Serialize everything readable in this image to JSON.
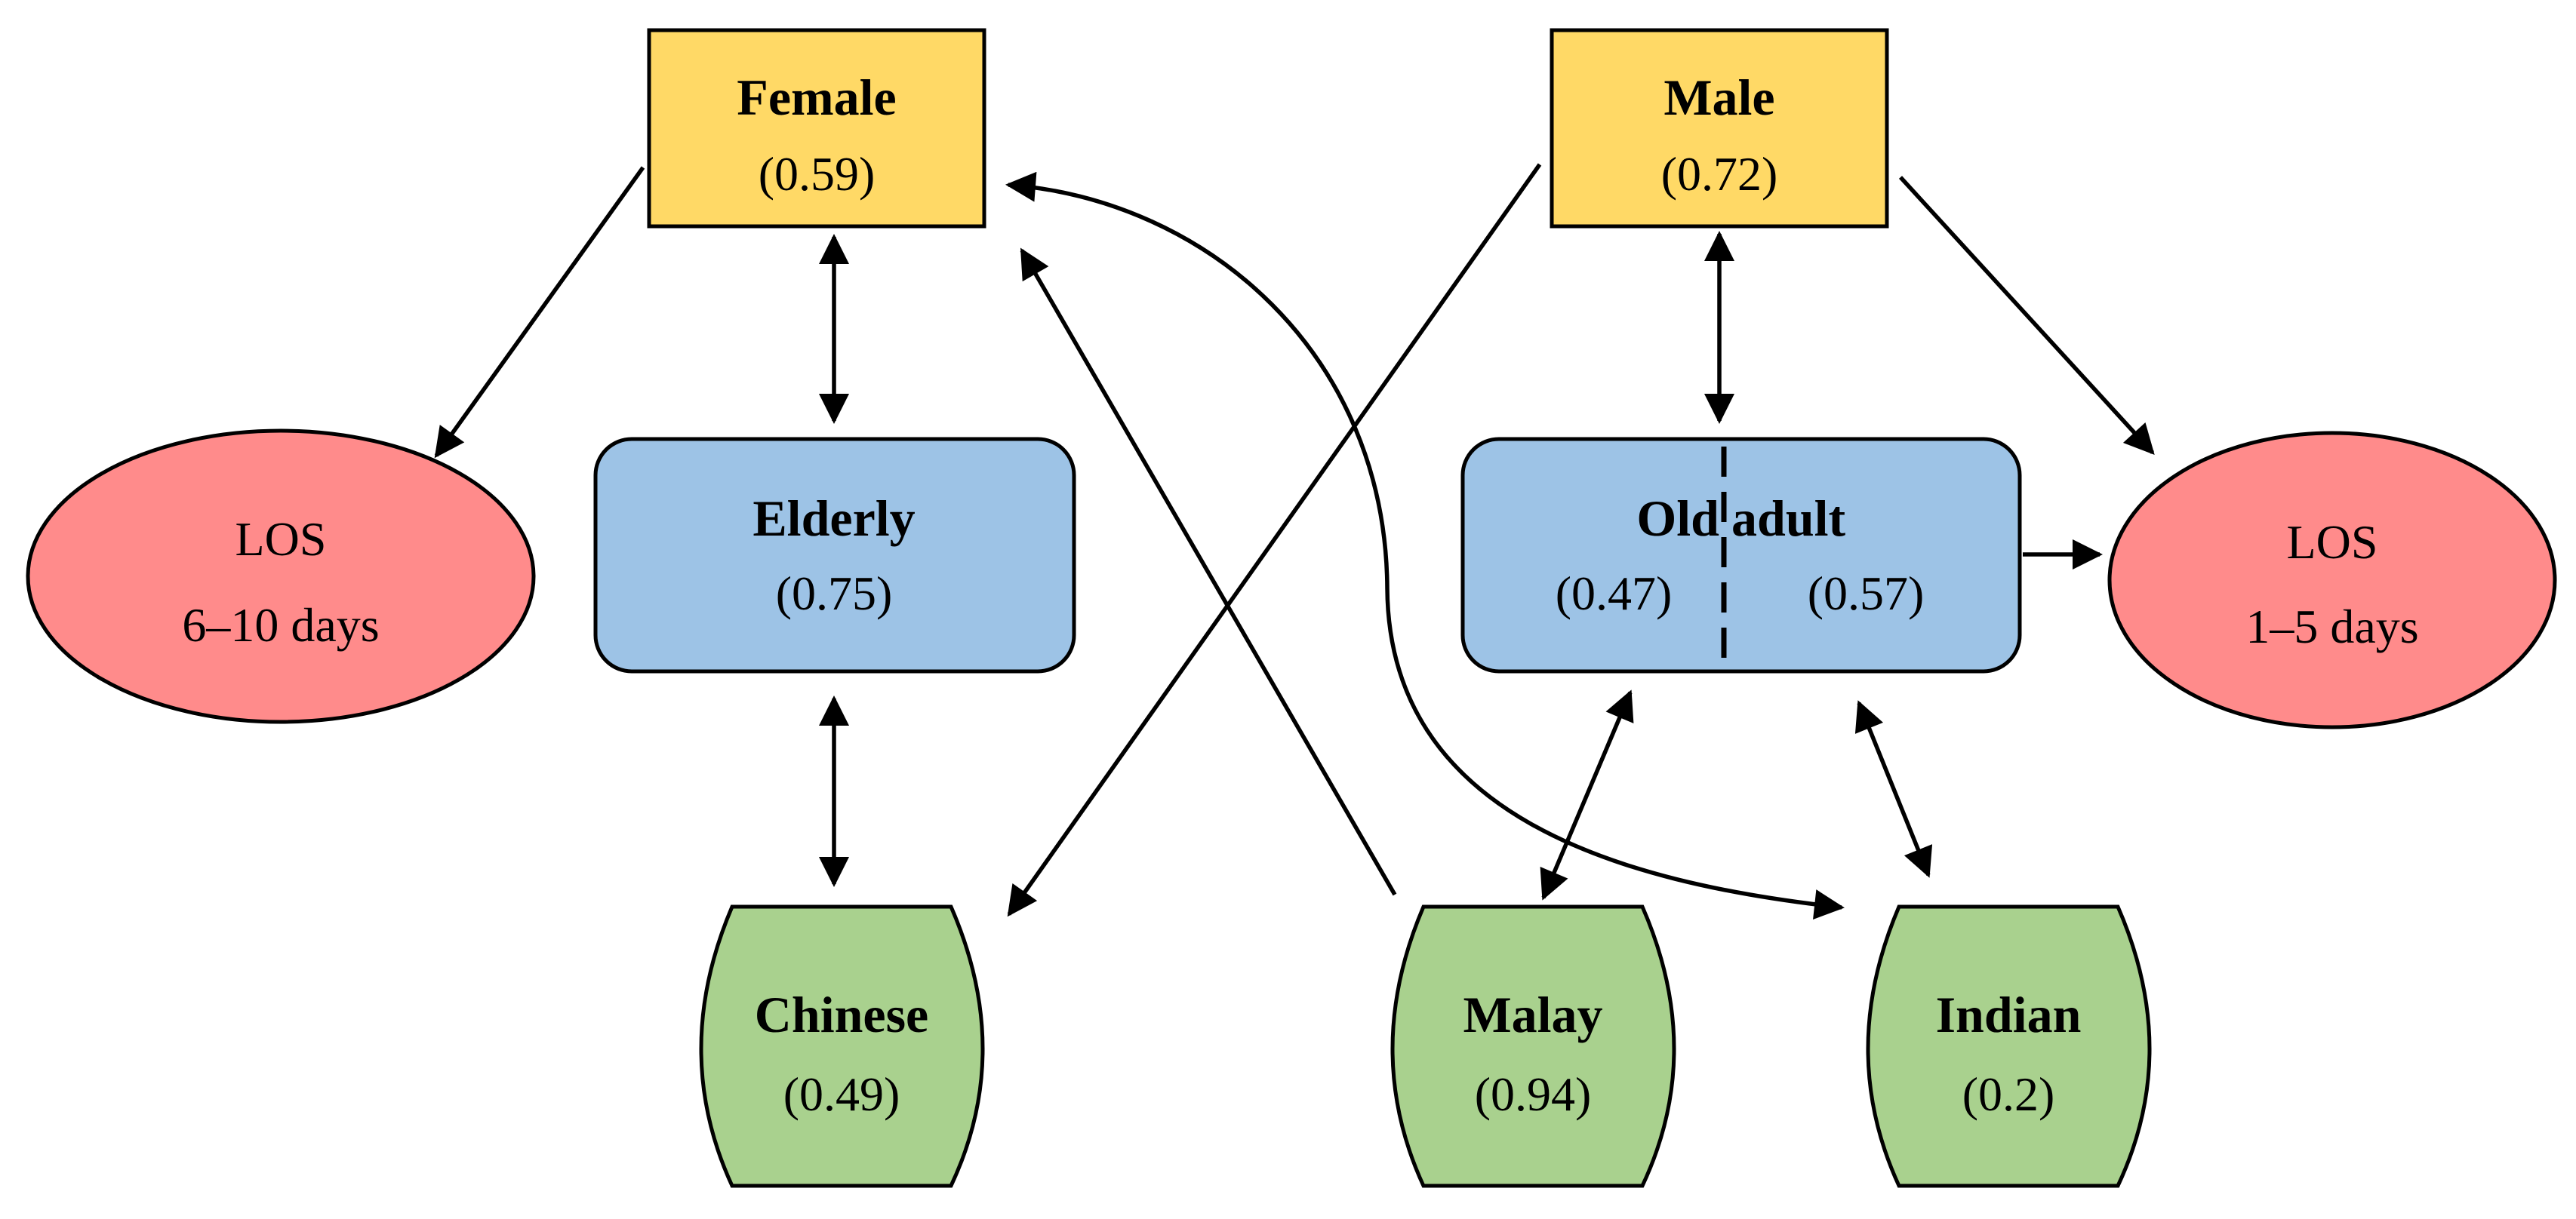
{
  "nodes": {
    "female": {
      "label": "Female",
      "value": "(0.59)",
      "color": "#FFD966"
    },
    "male": {
      "label": "Male",
      "value": "(0.72)",
      "color": "#FFD966"
    },
    "elderly": {
      "label": "Elderly",
      "value": "(0.75)",
      "color": "#9DC3E6"
    },
    "oldadult": {
      "label_left": "Old",
      "label_right": "adult",
      "value_left": "(0.47)",
      "value_right": "(0.57)",
      "color": "#9DC3E6"
    },
    "los_left": {
      "line1": "LOS",
      "line2": "6–10 days",
      "color": "#FF8B8B"
    },
    "los_right": {
      "line1": "LOS",
      "line2": "1–5 days",
      "color": "#FF8B8B"
    },
    "chinese": {
      "label": "Chinese",
      "value": "(0.49)",
      "color": "#A9D18E"
    },
    "malay": {
      "label": "Malay",
      "value": "(0.94)",
      "color": "#A9D18E"
    },
    "indian": {
      "label": "Indian",
      "value": "(0.2)",
      "color": "#A9D18E"
    }
  }
}
